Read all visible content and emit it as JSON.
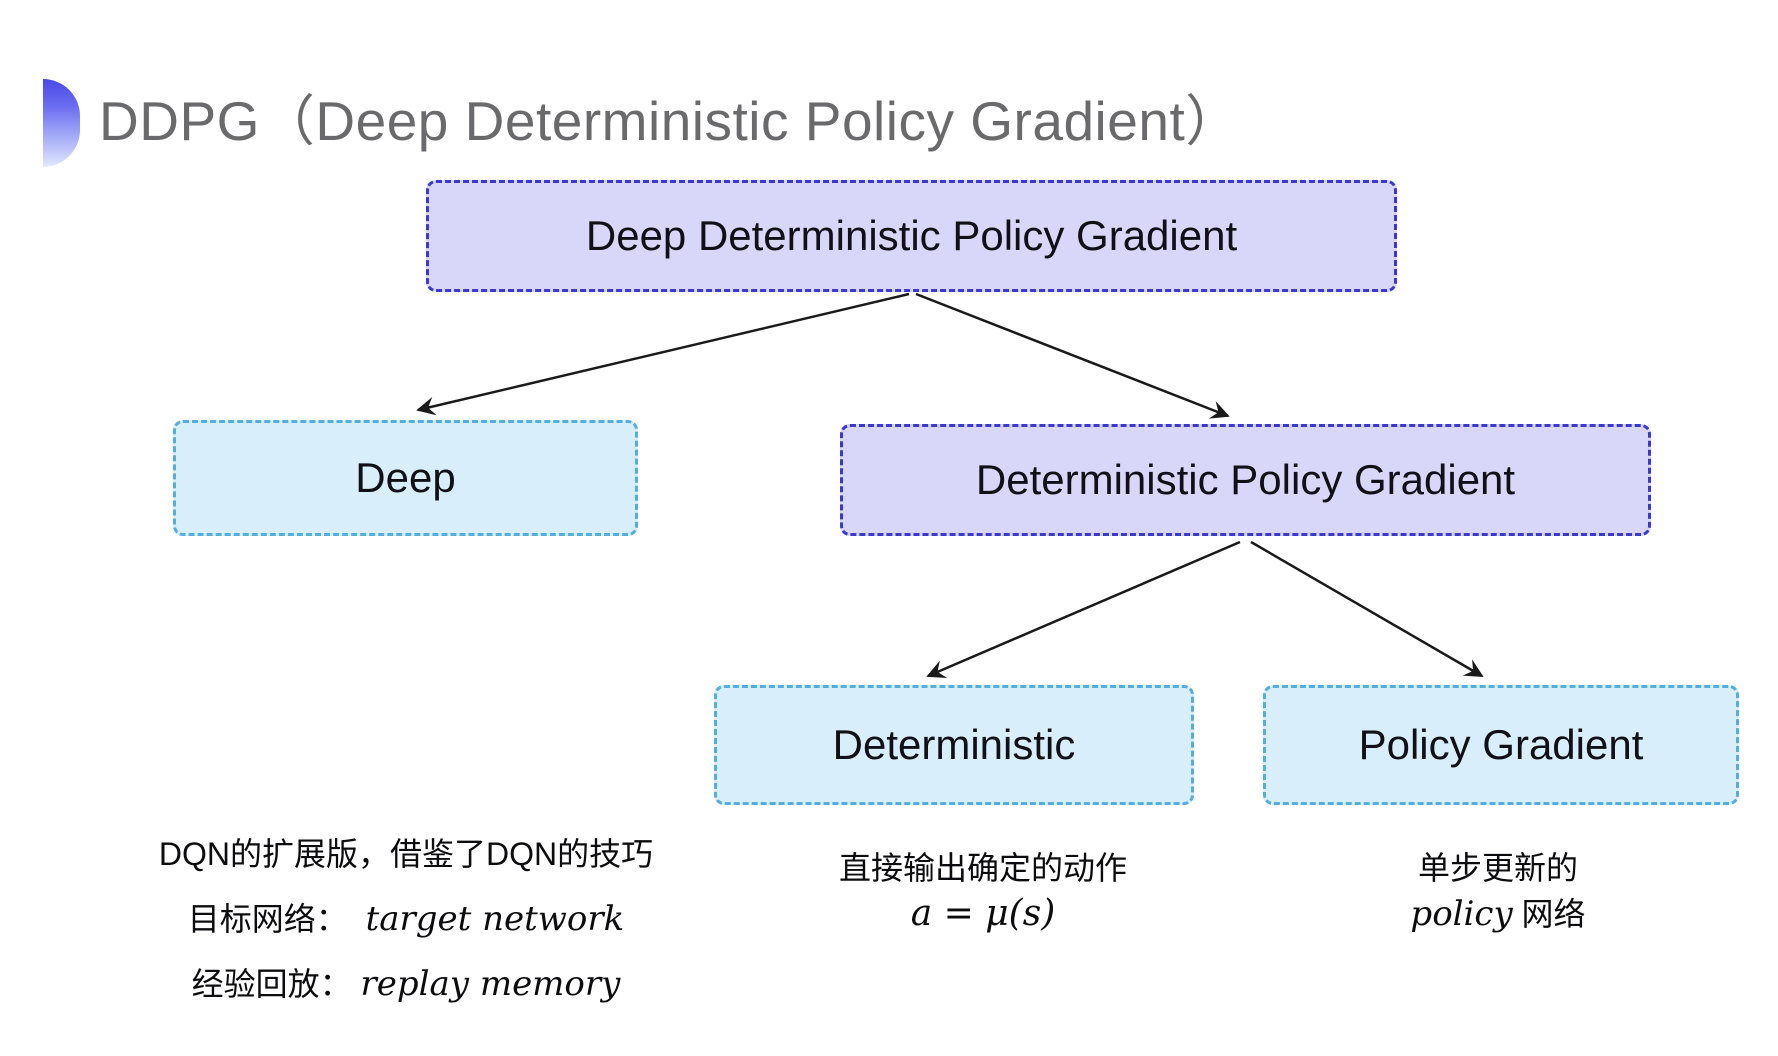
{
  "title": {
    "label": "DDPG（Deep Deterministic Policy Gradient）"
  },
  "colors": {
    "title_text": "#6a6a6c",
    "purple_fill": "#d9d7f9",
    "purple_border": "#3b38cf",
    "cyan_fill": "#d8eefb",
    "cyan_border": "#54aedd",
    "arrow": "#1a1a1a",
    "icon_gradient_top": "#4a48e6",
    "icon_gradient_bottom": "#e2e8fd"
  },
  "nodes": {
    "root": {
      "label": "Deep Deterministic Policy Gradient"
    },
    "deep": {
      "label": "Deep"
    },
    "dpg": {
      "label": "Deterministic Policy Gradient"
    },
    "det": {
      "label": "Deterministic"
    },
    "pg": {
      "label": "Policy Gradient"
    }
  },
  "annotations": {
    "deep_line1": "DQN的扩展版，借鉴了DQN的技巧",
    "deep_line2_label": "目标网络：",
    "deep_line2_value": "target network",
    "deep_line3_label": "经验回放：",
    "deep_line3_value": "replay memory",
    "det_line1": "直接输出确定的动作",
    "det_line2": "a = μ(s)",
    "pg_line1": "单步更新的",
    "pg_line2_italic": "policy",
    "pg_line2_rest": " 网络"
  }
}
